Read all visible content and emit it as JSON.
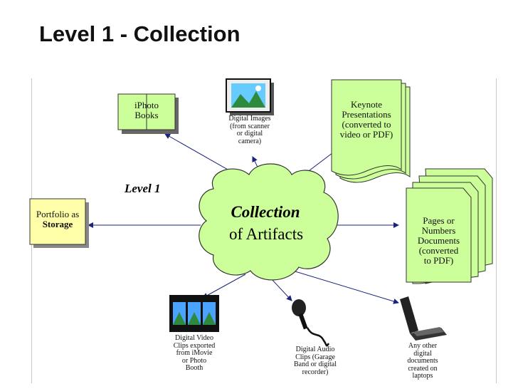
{
  "title": "Level 1 - Collection",
  "level_label": "Level 1",
  "center": {
    "line1": "Collection",
    "line2": "of Artifacts"
  },
  "portfolio": {
    "line1": "Portfolio as",
    "line2": "Storage"
  },
  "iphoto": {
    "line1": "iPhoto",
    "line2": "Books"
  },
  "digital_images": {
    "line1": "Digital Images",
    "line2": "(from scanner",
    "line3": "or digital",
    "line4": "camera)"
  },
  "keynote": {
    "line1": "Keynote",
    "line2": "Presentations",
    "line3": "(converted to",
    "line4": "video or PDF)"
  },
  "pages": {
    "line1": "Pages or",
    "line2": "Numbers",
    "line3": "Documents",
    "line4": "(converted",
    "line5": "to PDF)"
  },
  "video": {
    "line1": "Digital Video",
    "line2": "Clips exported",
    "line3": "from iMovie",
    "line4": "or Photo",
    "line5": "Booth"
  },
  "audio": {
    "line1": "Digital Audio",
    "line2": "Clips (Garage",
    "line3": "Band or digital",
    "line4": "recorder)"
  },
  "laptop": {
    "line1": "Any other",
    "line2": "digital",
    "line3": "documents",
    "line4": "created on",
    "line5": "laptops"
  },
  "colors": {
    "green": "#ccff99",
    "yellow": "#ffffaa",
    "outline": "#333333"
  }
}
